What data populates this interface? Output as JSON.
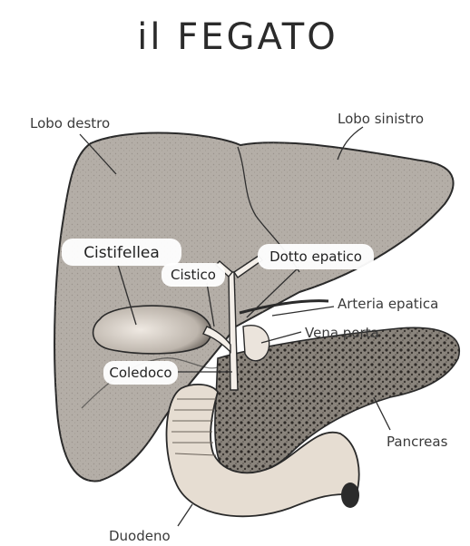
{
  "title": "il FEGATO",
  "labels": {
    "right_lobe": "Lobo destro",
    "left_lobe": "Lobo sinistro",
    "gallbladder": "Cistifellea",
    "cystic_duct": "Cistico",
    "hepatic_duct": "Dotto epatico",
    "hepatic_artery": "Arteria epatica",
    "portal_vein": "Vena porta",
    "common_bile_duct": "Coledoco",
    "pancreas": "Pancreas",
    "duodenum": "Duodeno"
  },
  "colors": {
    "liver": "#b4aea7",
    "liver_dark": "#8e8780",
    "pancreas": "#6d6760",
    "duodenum": "#e6ddd2",
    "gallbladder": "#cfc7bf",
    "outline": "#2a2a2a"
  }
}
